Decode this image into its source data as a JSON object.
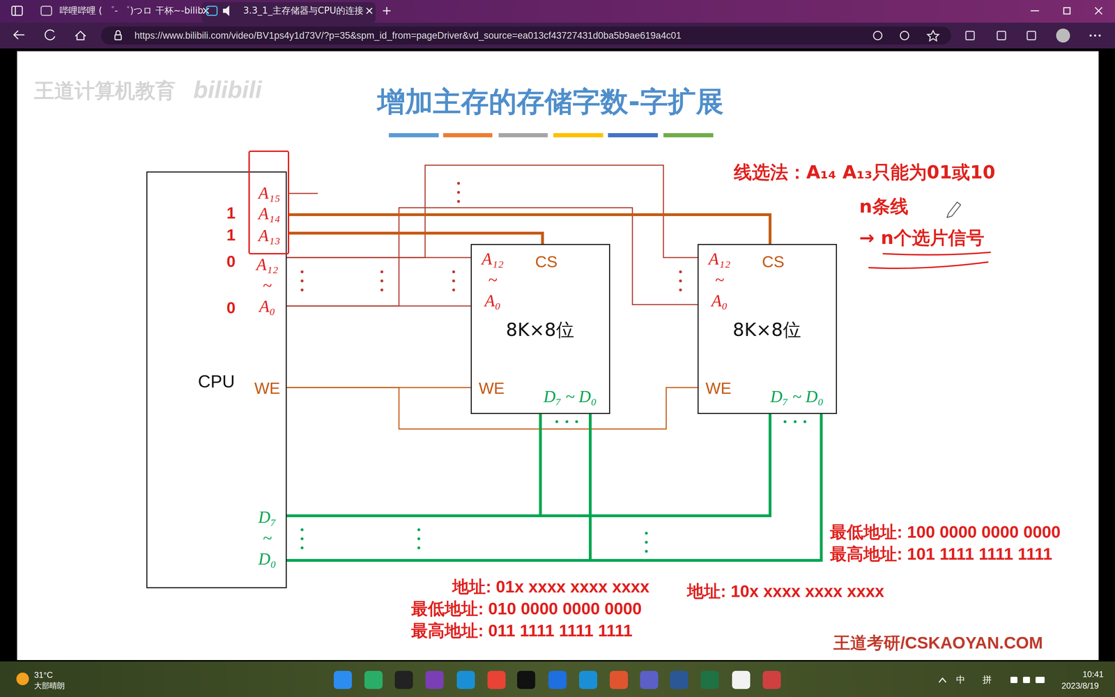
{
  "diagram": {
    "title": "增加主存的存储字数-字扩展",
    "nodes": [
      {
        "text": [
          "CPU",
          "A₁₂ ~ A₀",
          "WE",
          "D₇ ~ D₀"
        ]
      },
      {
        "text": [
          "A₁₅",
          "A₁₄",
          "A₁₃"
        ],
        "in": 0
      },
      {
        "text": [
          "A₁₂ ~ A₀",
          "CS",
          "8K×8位",
          "WE",
          "D₇ ~ D₀"
        ]
      },
      {
        "text": [
          "A₁₂ ~ A₀",
          "CS",
          "8K×8位",
          "WE",
          "D₇ ~ D₀"
        ]
      }
    ],
    "edges": [
      {
        "from": 0,
        "to": 2,
        "arrow": "none"
      },
      {
        "from": 0,
        "to": 3,
        "arrow": "none"
      },
      {
        "from": 0,
        "to": 2,
        "arrow": "none"
      },
      {
        "from": 0,
        "to": 3,
        "arrow": "none"
      },
      {
        "from": 0,
        "to": 2,
        "arrow": "none"
      },
      {
        "from": 0,
        "to": 3,
        "arrow": "none"
      },
      {
        "from": 1,
        "to": 2,
        "arrow": "none"
      },
      {
        "from": 1,
        "to": 3,
        "arrow": "none"
      }
    ],
    "labels": [
      "王道计算机教育",
      "bilibili",
      "1",
      "1",
      "0",
      "0",
      "线选法：A₁₄ A₁₃只能为01或10",
      "n条线",
      "→ n个选片信号",
      "最低地址: 100 0000 0000 0000",
      "最高地址: 101 1111 1111 1111",
      "地址: 01x xxxx xxxx xxxx",
      "最低地址: 010 0000 0000 0000",
      "最高地址: 011 1111 1111 1111",
      "地址: 10x xxxx xxxx xxxx",
      "王道考研/CSKAOYAN.COM",
      "哔哩哔哩 ( ゜- ゜)つロ 干杯~-bilib",
      "3.3_1_主存储器与CPU的连接",
      "https://www.bilibili.com/video/BV1ps4y1d73V/?p=35&spm_id_from=pageDriver&vd_source=ea013cf43727431d0ba5b9ae619a4c01",
      "31°C",
      "大部晴朗",
      "中",
      "拼",
      "10:41",
      "2023/8/19"
    ]
  }
}
